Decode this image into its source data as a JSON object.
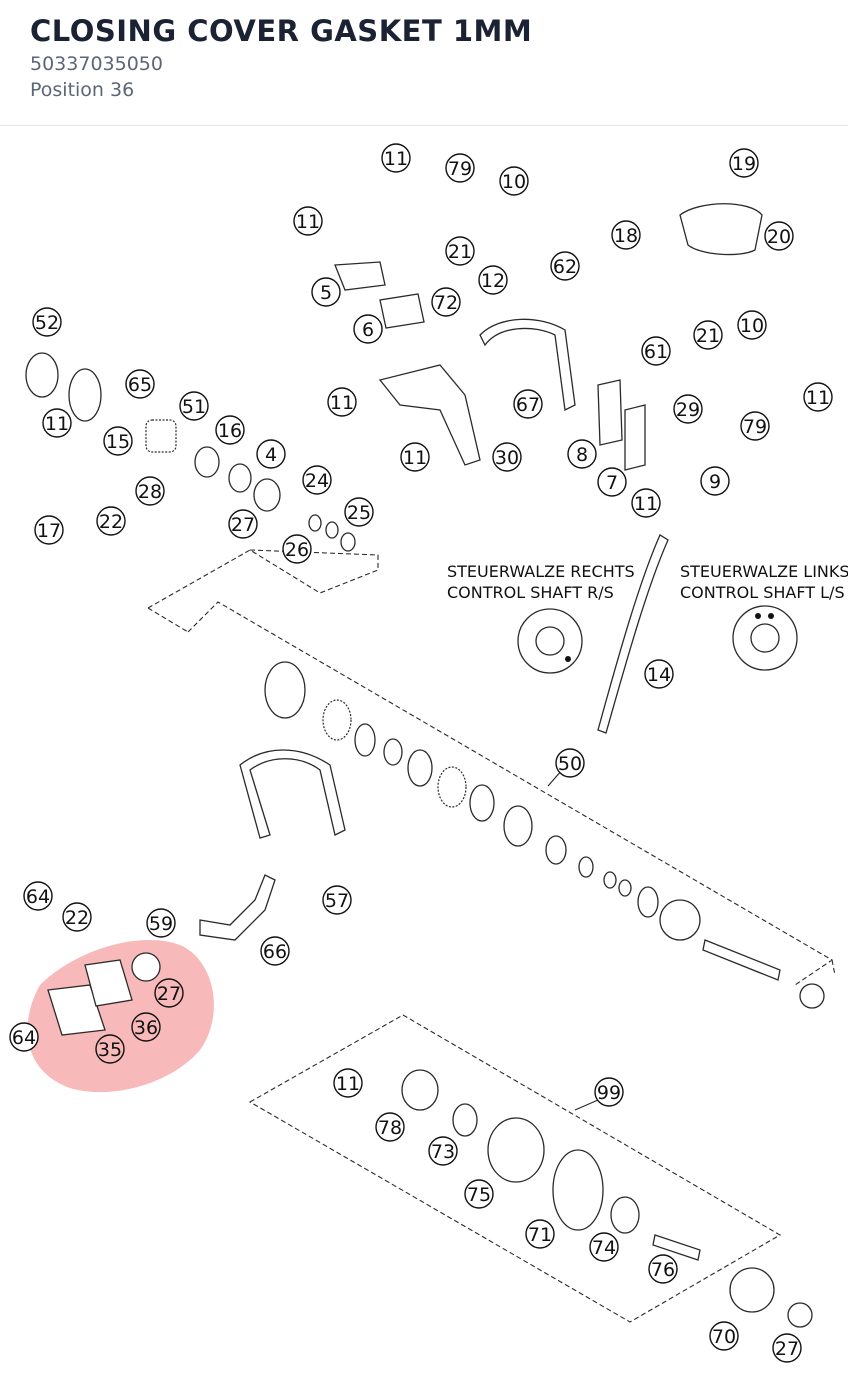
{
  "part": {
    "title": "CLOSING COVER GASKET 1MM",
    "number": "50337035050",
    "position": "Position 36"
  },
  "diagram": {
    "highlight_color": "#f08080",
    "shaft_labels": {
      "right_de": "STEUERWALZE RECHTS",
      "right_en": "CONTROL SHAFT R/S",
      "left_de": "STEUERWALZE LINKS",
      "left_en": "CONTROL SHAFT L/S"
    },
    "callouts": [
      "11",
      "79",
      "10",
      "19",
      "21",
      "18",
      "20",
      "11",
      "12",
      "62",
      "5",
      "72",
      "6",
      "52",
      "10",
      "21",
      "61",
      "65",
      "51",
      "11",
      "67",
      "11",
      "15",
      "16",
      "29",
      "11",
      "79",
      "4",
      "8",
      "30",
      "11",
      "9",
      "7",
      "24",
      "28",
      "11",
      "17",
      "22",
      "25",
      "27",
      "26",
      "14",
      "50",
      "64",
      "22",
      "59",
      "57",
      "27",
      "66",
      "36",
      "64",
      "35",
      "11",
      "99",
      "78",
      "73",
      "75",
      "71",
      "74",
      "76",
      "70",
      "27"
    ]
  }
}
